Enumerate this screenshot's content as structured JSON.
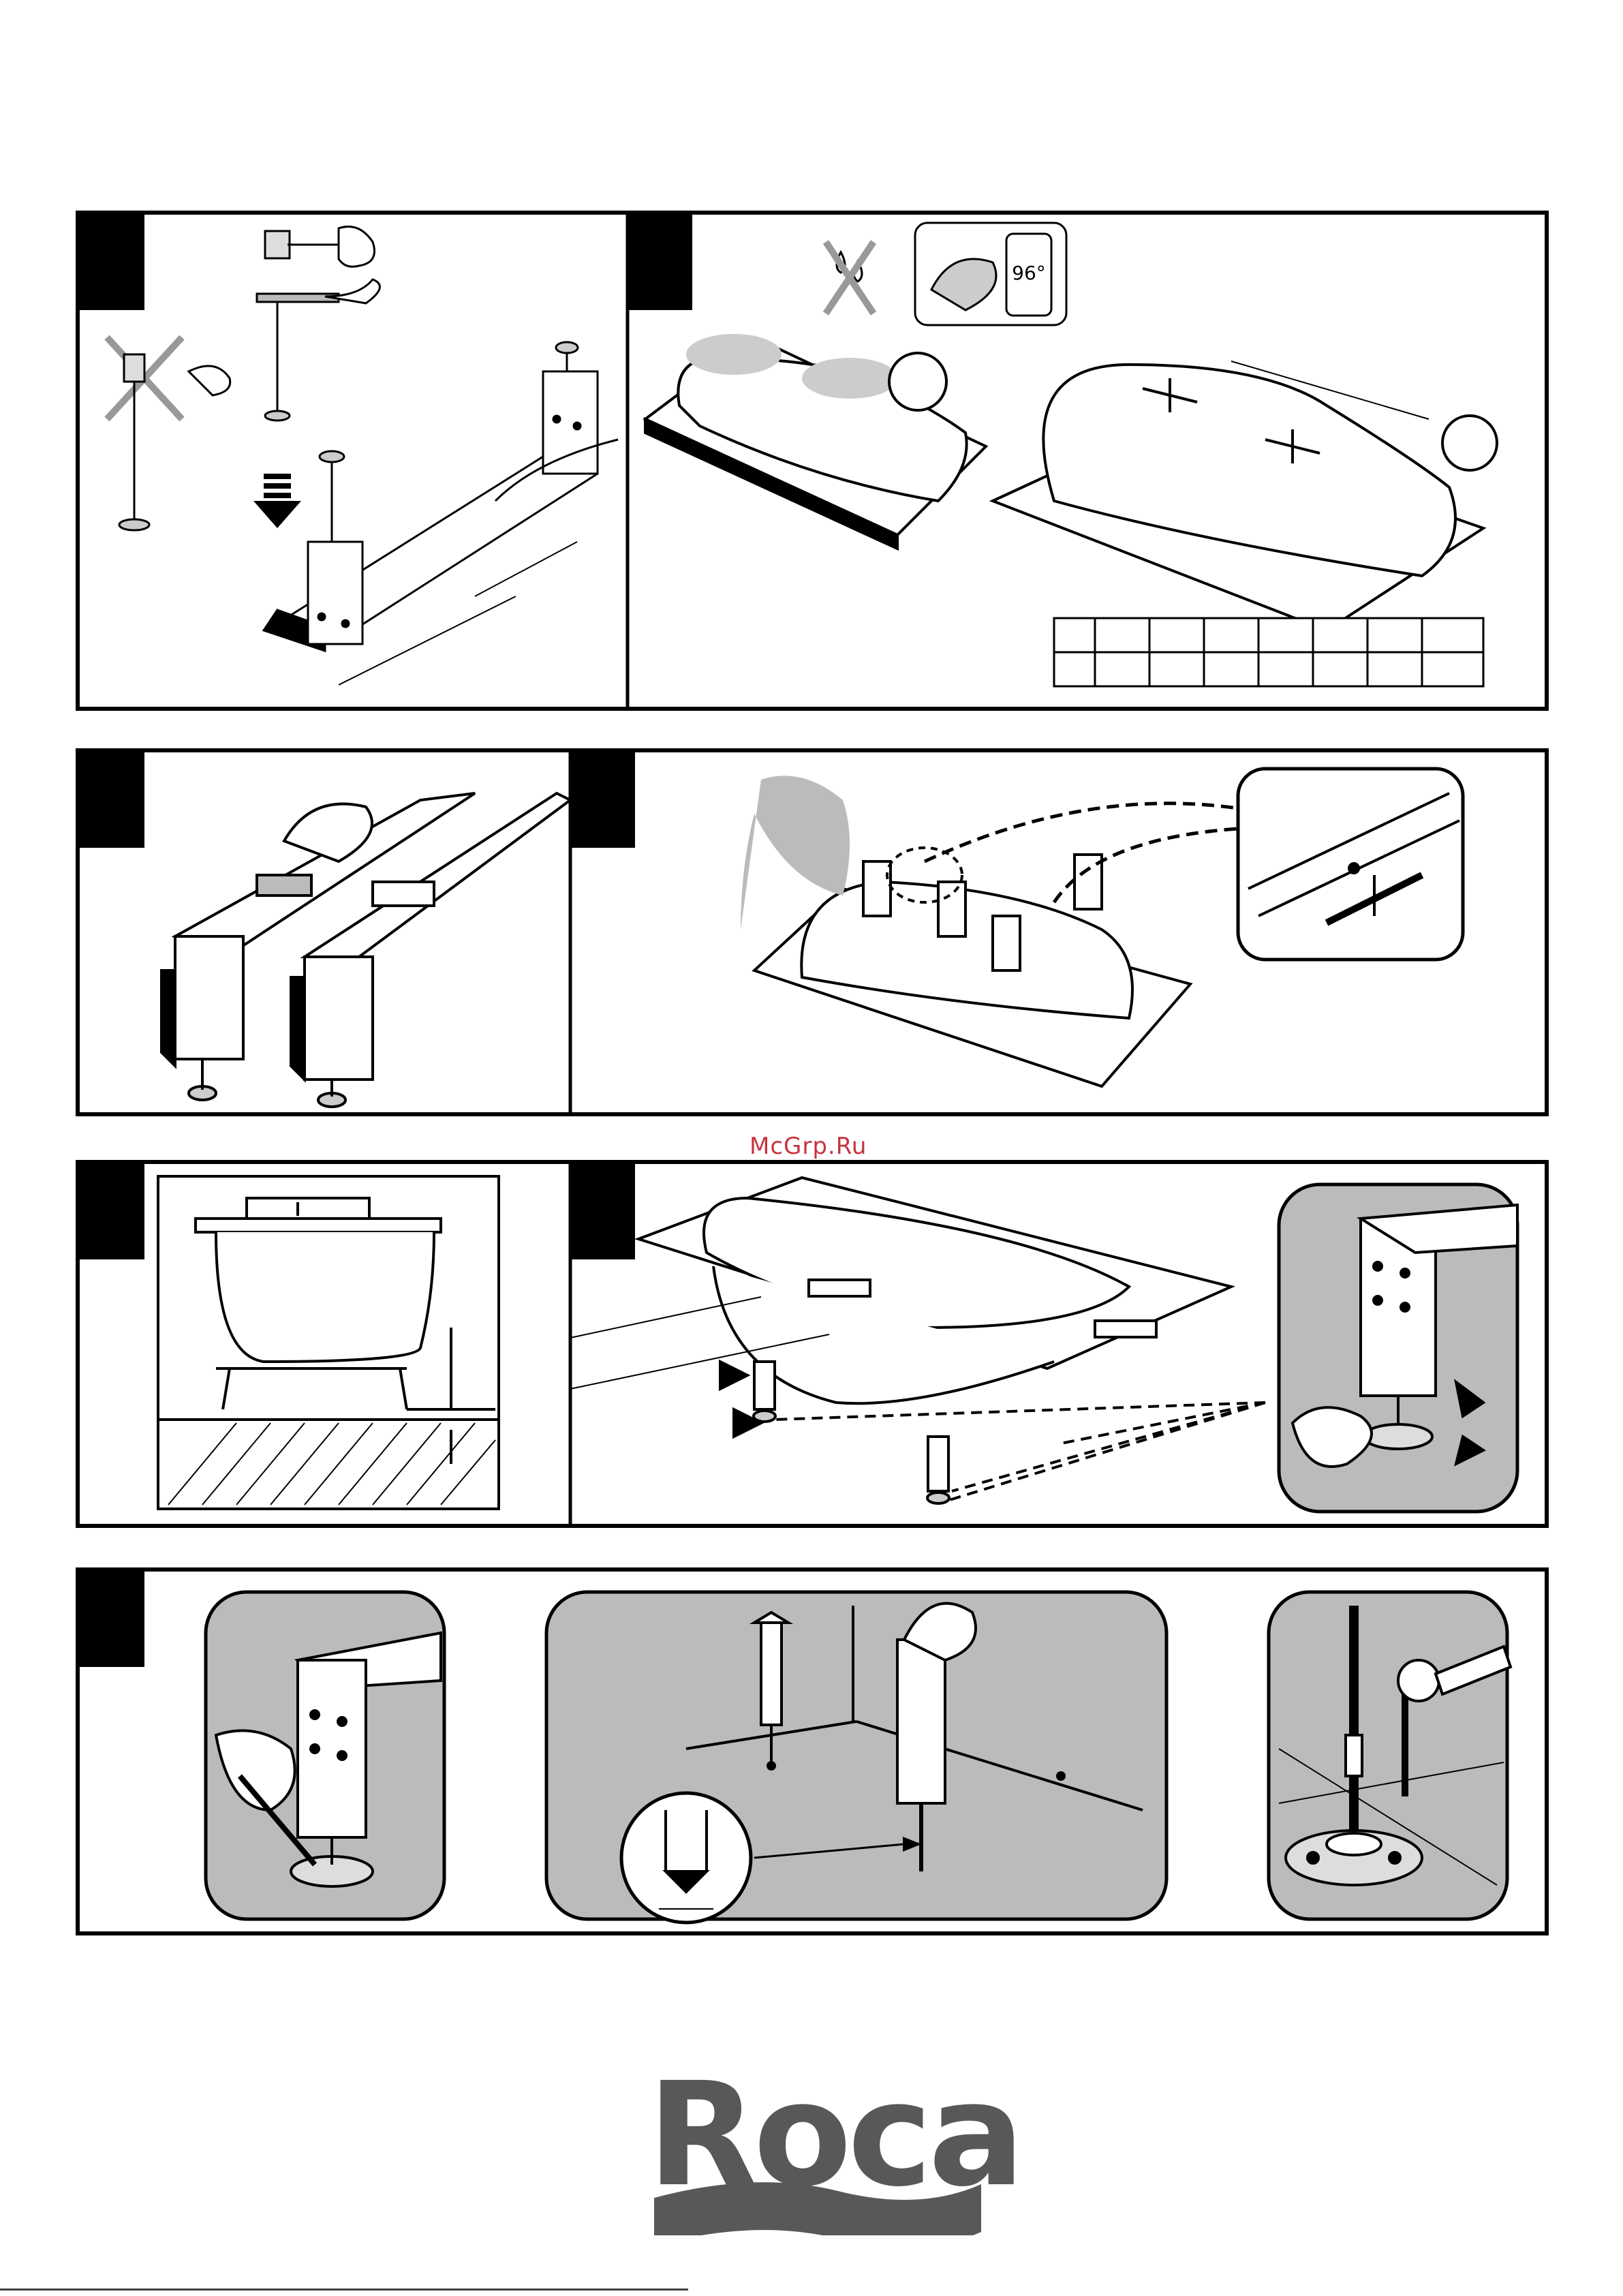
{
  "page": {
    "watermark": "McGrp.Ru",
    "brand": {
      "name": "Roca",
      "color": "#58585a"
    },
    "accent_watermark_color": "#c8323c"
  },
  "steps": [
    {
      "row": 1,
      "panels": [
        "leg-mounting",
        "bath-marking"
      ]
    },
    {
      "row": 2,
      "panels": [
        "leg-adhesive",
        "legs-placement"
      ]
    },
    {
      "row": 3,
      "panels": [
        "leveling-section",
        "height-adjustment"
      ]
    },
    {
      "row": 4,
      "panels": [
        "leg-locking",
        "floor-drilling",
        "floor-fixing"
      ]
    }
  ],
  "marking": {
    "thermometer_label": "96°",
    "dimension_table": {
      "columns": 8,
      "rows": 2
    }
  },
  "icons": [
    "hammer-icon",
    "prohibited-icon",
    "water-drop-icon",
    "drill-icon",
    "wrench-icon",
    "arrow-down-icon",
    "level-tool-icon"
  ]
}
